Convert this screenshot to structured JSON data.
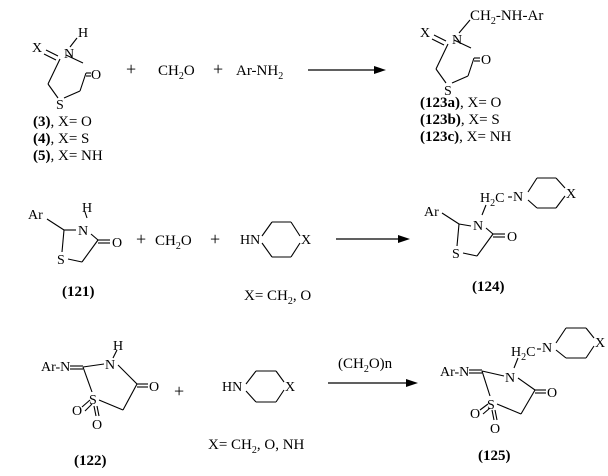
{
  "scheme": {
    "row1": {
      "reactant": {
        "x_atom": "X",
        "n_atom": "N",
        "h_atom": "H",
        "s_atom": "S",
        "o_atom": "O"
      },
      "plus_1": "+",
      "ch2o": "CH",
      "ch2o_sub": "2",
      "ch2o_tail": "O",
      "plus_2": "+",
      "arnh2": "Ar-NH",
      "arnh2_sub": "2",
      "product": {
        "x_atom": "X",
        "n_atom": "N",
        "s_atom": "S",
        "o_atom": "O",
        "substituent": "CH",
        "substituent_sub": "2",
        "substituent_tail": "-NH-Ar"
      },
      "reactant_labels": [
        {
          "num": "(3)",
          "text": ", X= O"
        },
        {
          "num": "(4)",
          "text": ", X= S"
        },
        {
          "num": "(5)",
          "text": ", X= NH"
        }
      ],
      "product_labels": [
        {
          "num": "(123a)",
          "text": ", X= O"
        },
        {
          "num": "(123b)",
          "text": ", X= S"
        },
        {
          "num": "(123c)",
          "text": ",  X= NH"
        }
      ]
    },
    "row2": {
      "reactant": {
        "ar": "Ar",
        "n_atom": "N",
        "h_atom": "H",
        "s_atom": "S",
        "o_atom": "O"
      },
      "reactant_num": "(121)",
      "plus_1": "+",
      "ch2o": "CH",
      "ch2o_sub": "2",
      "ch2o_tail": "O",
      "plus_2": "+",
      "amine": {
        "hn": "HN",
        "x": "X"
      },
      "condition_prefix": "X= CH",
      "condition_sub": "2",
      "condition_tail": ", O",
      "product": {
        "ar": "Ar",
        "n_atom": "N",
        "s_atom": "S",
        "o_atom": "O",
        "h2c": "H",
        "h2c_sub": "2",
        "h2c_tail": "C",
        "ring_n": "N",
        "ring_x": "X"
      },
      "product_num": "(124)"
    },
    "row3": {
      "reactant": {
        "arn": "Ar-N",
        "n_atom": "N",
        "h_atom": "H",
        "s_atom": "S",
        "o_atom": "O",
        "o1": "O",
        "o2": "O"
      },
      "reactant_num": "(122)",
      "plus": "+",
      "amine": {
        "hn": "HN",
        "x": "X"
      },
      "condition_prefix": "X= CH",
      "condition_sub": "2",
      "condition_tail": ", O, NH",
      "arrow_label": "(CH",
      "arrow_label_sub": "2",
      "arrow_label_tail": "O)n",
      "product": {
        "arn": "Ar-N",
        "n_atom": "N",
        "s_atom": "S",
        "o_atom": "O",
        "o1": "O",
        "o2": "O",
        "h2c": "H",
        "h2c_sub": "2",
        "h2c_tail": "C",
        "ring_n": "N",
        "ring_x": "X"
      },
      "product_num": "(125)"
    }
  }
}
